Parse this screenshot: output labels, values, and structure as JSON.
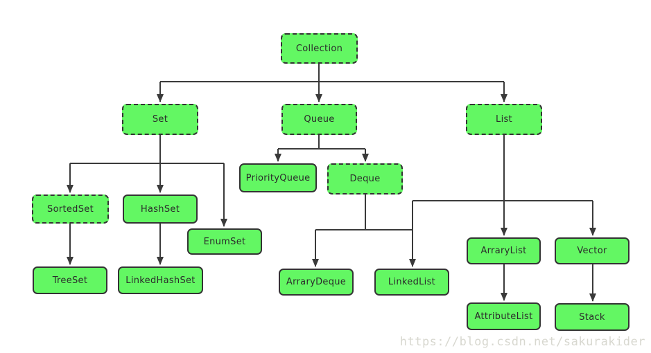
{
  "diagram": {
    "nodes": [
      {
        "id": "collection",
        "label": "Collection",
        "style": "dashed"
      },
      {
        "id": "set",
        "label": "Set",
        "style": "dashed"
      },
      {
        "id": "queue",
        "label": "Queue",
        "style": "dashed"
      },
      {
        "id": "list",
        "label": "List",
        "style": "dashed"
      },
      {
        "id": "priorityqueue",
        "label": "PriorityQueue",
        "style": "solid"
      },
      {
        "id": "deque",
        "label": "Deque",
        "style": "dashed"
      },
      {
        "id": "sortedset",
        "label": "SortedSet",
        "style": "dashed"
      },
      {
        "id": "hashset",
        "label": "HashSet",
        "style": "solid"
      },
      {
        "id": "enumset",
        "label": "EnumSet",
        "style": "solid"
      },
      {
        "id": "treeset",
        "label": "TreeSet",
        "style": "solid"
      },
      {
        "id": "linkedhashset",
        "label": "LinkedHashSet",
        "style": "solid"
      },
      {
        "id": "arrarydeque",
        "label": "ArraryDeque",
        "style": "solid"
      },
      {
        "id": "linkedlist",
        "label": "LinkedList",
        "style": "solid"
      },
      {
        "id": "arrarylist",
        "label": "ArraryList",
        "style": "solid"
      },
      {
        "id": "vector",
        "label": "Vector",
        "style": "solid"
      },
      {
        "id": "attributelist",
        "label": "AttributeList",
        "style": "solid"
      },
      {
        "id": "stack",
        "label": "Stack",
        "style": "solid"
      }
    ],
    "edges": [
      {
        "from": "Collection",
        "to": "Set"
      },
      {
        "from": "Collection",
        "to": "Queue"
      },
      {
        "from": "Collection",
        "to": "List"
      },
      {
        "from": "Set",
        "to": "SortedSet"
      },
      {
        "from": "Set",
        "to": "HashSet"
      },
      {
        "from": "Set",
        "to": "EnumSet"
      },
      {
        "from": "SortedSet",
        "to": "TreeSet"
      },
      {
        "from": "HashSet",
        "to": "LinkedHashSet"
      },
      {
        "from": "Queue",
        "to": "PriorityQueue"
      },
      {
        "from": "Queue",
        "to": "Deque"
      },
      {
        "from": "Deque",
        "to": "ArraryDeque"
      },
      {
        "from": "Deque",
        "to": "LinkedList"
      },
      {
        "from": "List",
        "to": "LinkedList"
      },
      {
        "from": "List",
        "to": "ArraryList"
      },
      {
        "from": "List",
        "to": "Vector"
      },
      {
        "from": "ArraryList",
        "to": "AttributeList"
      },
      {
        "from": "Vector",
        "to": "Stack"
      }
    ],
    "colors": {
      "node_fill": "#63f763",
      "node_border": "#333333",
      "edge_line": "#3a3a3a",
      "watermark": "#d8d8d0"
    }
  },
  "watermark": {
    "text": "https://blog.csdn.net/sakurakider"
  }
}
